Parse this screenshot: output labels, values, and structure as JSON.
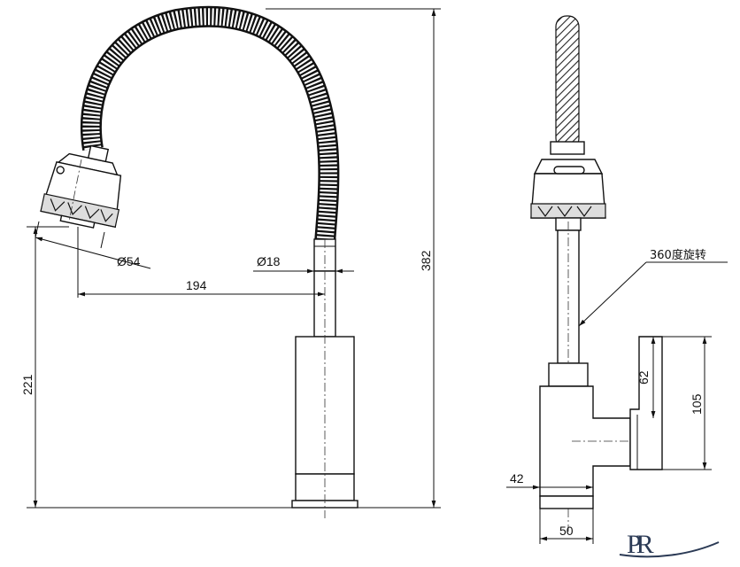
{
  "front_view": {
    "dimensions": {
      "spray_diameter": "Ø54",
      "hose_diameter": "Ø18",
      "reach": "194",
      "total_height": "382",
      "spout_height": "221"
    }
  },
  "side_view": {
    "rotation_note": "360度旋转",
    "dimensions": {
      "lever_height": "62",
      "handle_height": "105",
      "base_depth": "42",
      "base_width": "50"
    }
  },
  "logo": {
    "text": "PR"
  }
}
